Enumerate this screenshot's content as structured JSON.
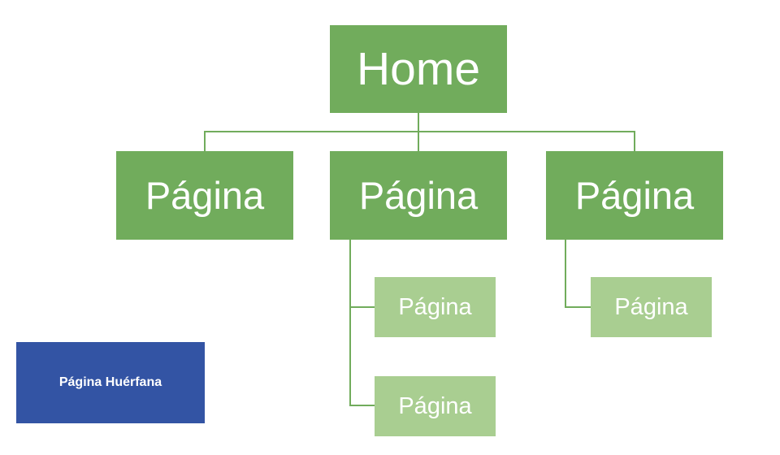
{
  "diagram": {
    "tree": {
      "label": "Home",
      "children": [
        {
          "label": "Página",
          "children": []
        },
        {
          "label": "Página",
          "children": [
            {
              "label": "Página"
            },
            {
              "label": "Página"
            }
          ]
        },
        {
          "label": "Página",
          "children": [
            {
              "label": "Página"
            }
          ]
        }
      ]
    },
    "orphan": {
      "label": "Página Huérfana"
    },
    "colors": {
      "node_green": "#71AC5C",
      "node_light_green": "#A9CE91",
      "orphan_blue": "#3354A4",
      "connector_green": "#71AC5C",
      "text_white": "#FFFFFF",
      "background": "#FFFFFF"
    }
  }
}
